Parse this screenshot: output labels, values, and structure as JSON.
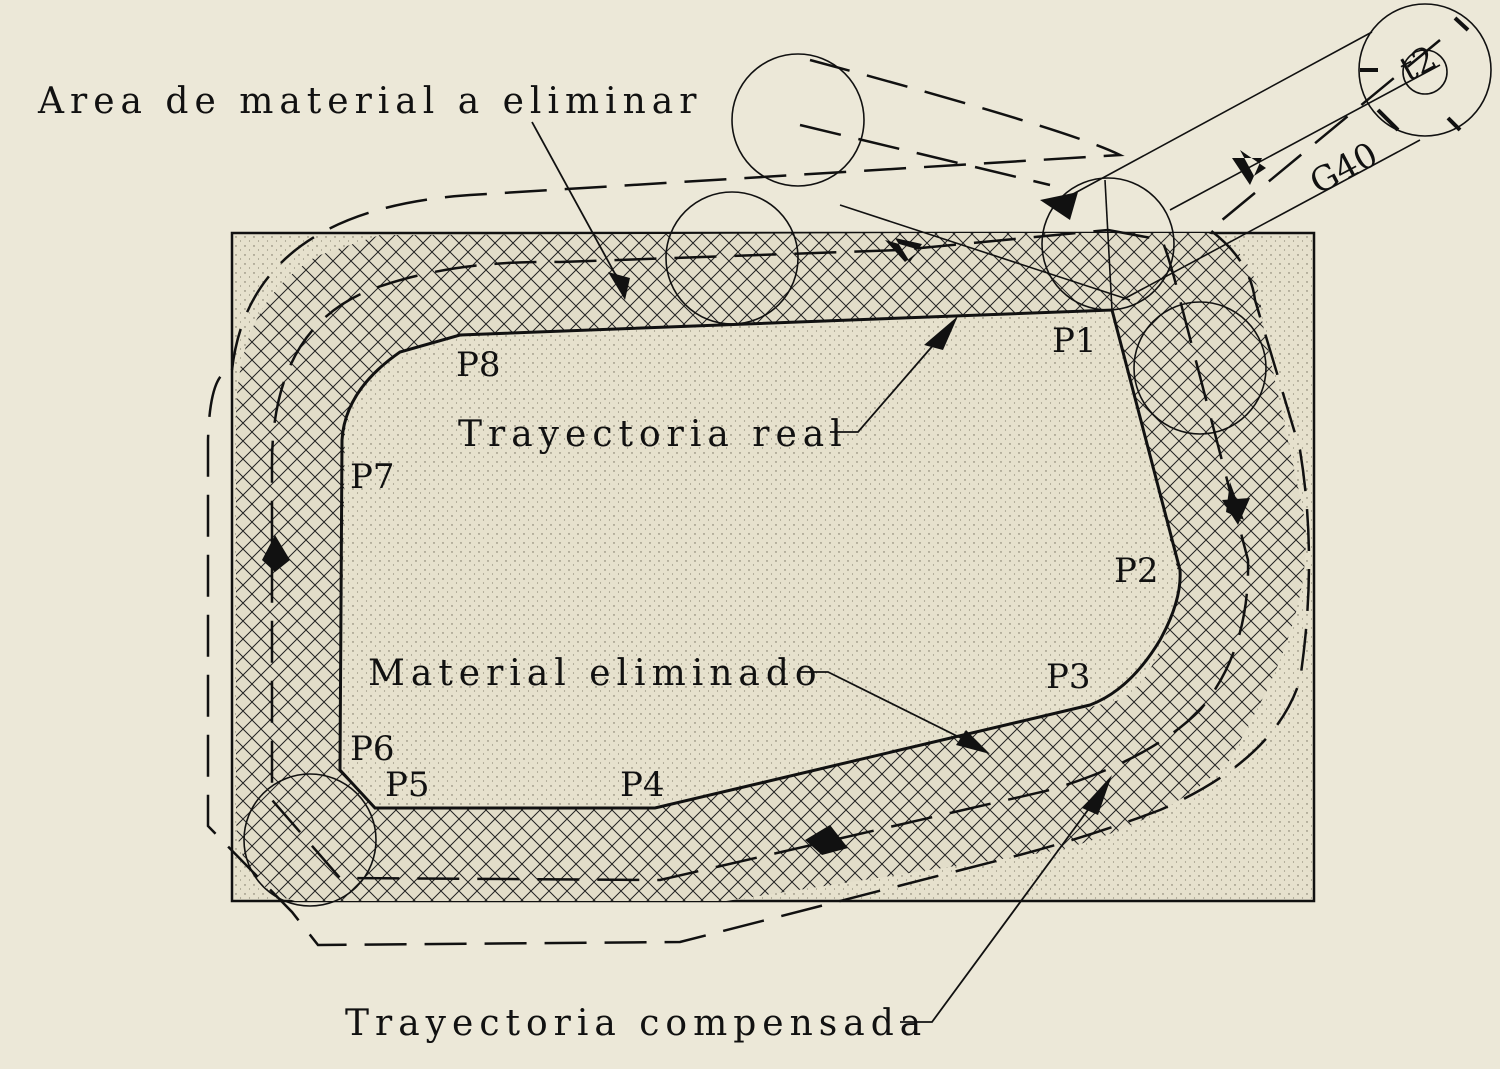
{
  "colors": {
    "background": "#ece8d8",
    "stroke": "#111111",
    "stock_fill": "#e4dfcb"
  },
  "labels": {
    "area_material": "Area de material a eliminar",
    "trayectoria_real": "Trayectoria real",
    "material_eliminado": "Material eliminado",
    "trayectoria_compensada": "Trayectoria compensada",
    "g40": "G40",
    "tool": "t2"
  },
  "points": {
    "p1": "P1",
    "p2": "P2",
    "p3": "P3",
    "p4": "P4",
    "p5": "P5",
    "p6": "P6",
    "p7": "P7",
    "p8": "P8"
  },
  "icons": {
    "tool_circle": "tool-circle-icon",
    "direction_arrow": "direction-arrow-icon",
    "hatch": "crosshatch-pattern"
  }
}
